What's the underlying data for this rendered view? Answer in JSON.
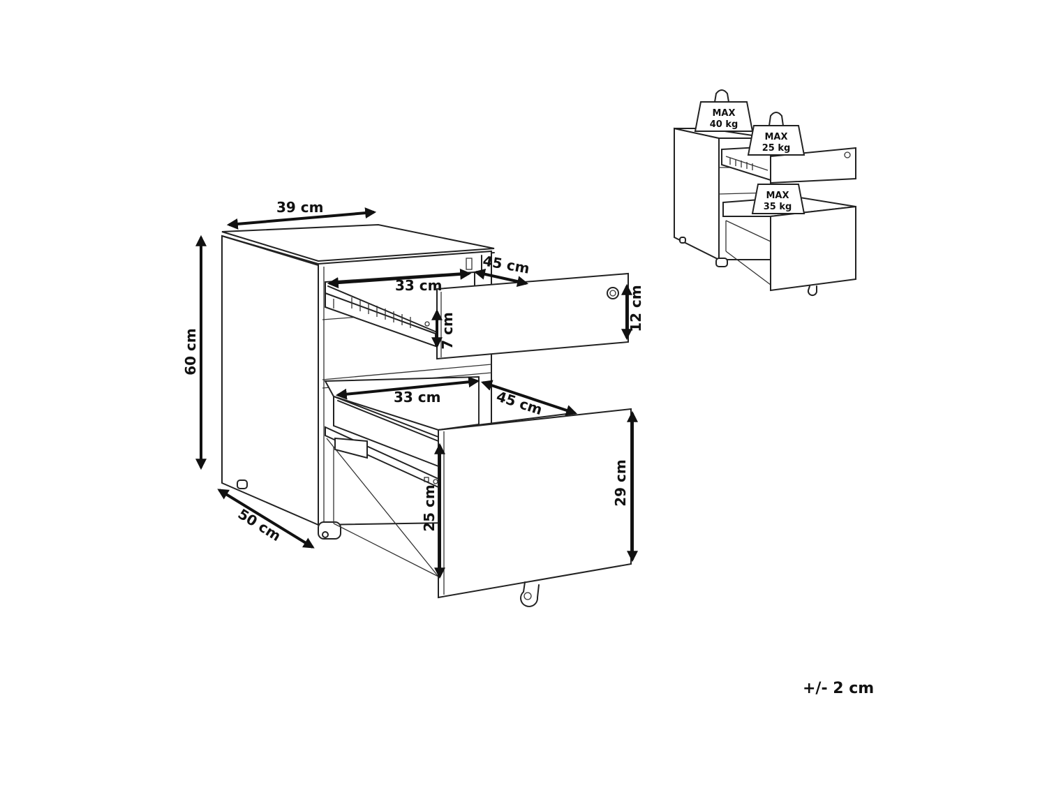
{
  "dimensions": {
    "top_width": "39 cm",
    "height": "60 cm",
    "depth": "50 cm",
    "top_drawer_inner_width": "33 cm",
    "top_drawer_inner_depth": "45 cm",
    "top_drawer_front_height": "12 cm",
    "top_drawer_inner_height": "7 cm",
    "bottom_drawer_inner_width": "33 cm",
    "bottom_drawer_inner_depth": "45 cm",
    "bottom_drawer_front_height": "29 cm",
    "bottom_drawer_inner_height": "25 cm"
  },
  "load_limits": {
    "top": {
      "label": "MAX",
      "value": "40 kg"
    },
    "top_drawer": {
      "label": "MAX",
      "value": "25 kg"
    },
    "bottom_drawer": {
      "label": "MAX",
      "value": "35 kg"
    }
  },
  "tolerance": "+/- 2 cm",
  "colors": {
    "line": "#222222",
    "dimension": "#111111",
    "background": "#ffffff"
  }
}
